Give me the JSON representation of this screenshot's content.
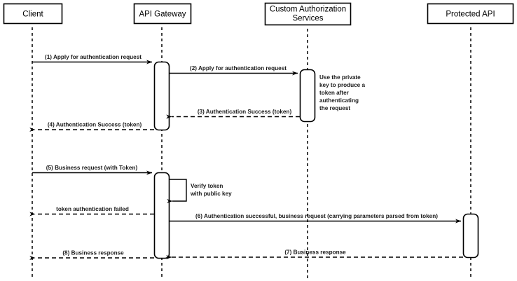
{
  "diagram": {
    "title": "API Gateway token authentication sequence",
    "type": "sequence-diagram",
    "background_color": "#ffffff",
    "line_color": "#000000",
    "text_color": "#1a1a1a"
  },
  "actors": [
    {
      "id": "client",
      "label": "Client"
    },
    {
      "id": "api-gateway",
      "label": "API Gateway"
    },
    {
      "id": "custom-auth",
      "label_line1": "Custom Authorization",
      "label_line2": "Services"
    },
    {
      "id": "protected-api",
      "label": "Protected API"
    }
  ],
  "messages": [
    {
      "id": "m1",
      "label": "(1) Apply for authentication request",
      "style": "solid",
      "direction": "right"
    },
    {
      "id": "m2",
      "label": "(2) Apply for authentication request",
      "style": "solid",
      "direction": "right"
    },
    {
      "id": "m3",
      "label": "(3) Authentication Success (token)",
      "style": "dashed",
      "direction": "left"
    },
    {
      "id": "m4",
      "label": "(4) Authentication Success (token)",
      "style": "dashed",
      "direction": "left"
    },
    {
      "id": "m5",
      "label": "(5) Business request (with Token)",
      "style": "solid",
      "direction": "right"
    },
    {
      "id": "m6",
      "label": "token authentication failed",
      "style": "dashed",
      "direction": "left"
    },
    {
      "id": "m7",
      "label": "(6) Authentication successful, business request (carrying parameters parsed from token)",
      "style": "solid",
      "direction": "right"
    },
    {
      "id": "m8",
      "label": "(7) Business response",
      "style": "dashed",
      "direction": "left"
    },
    {
      "id": "m9",
      "label": "(8) Business response",
      "style": "dashed",
      "direction": "left"
    }
  ],
  "notes": [
    {
      "id": "note-private-key",
      "lines": [
        "Use the private",
        "key to produce a",
        "token after",
        "authenticating",
        "the request"
      ]
    }
  ],
  "self_messages": [
    {
      "id": "self-verify-token",
      "lines": [
        "Verify token",
        "with public key"
      ]
    }
  ]
}
